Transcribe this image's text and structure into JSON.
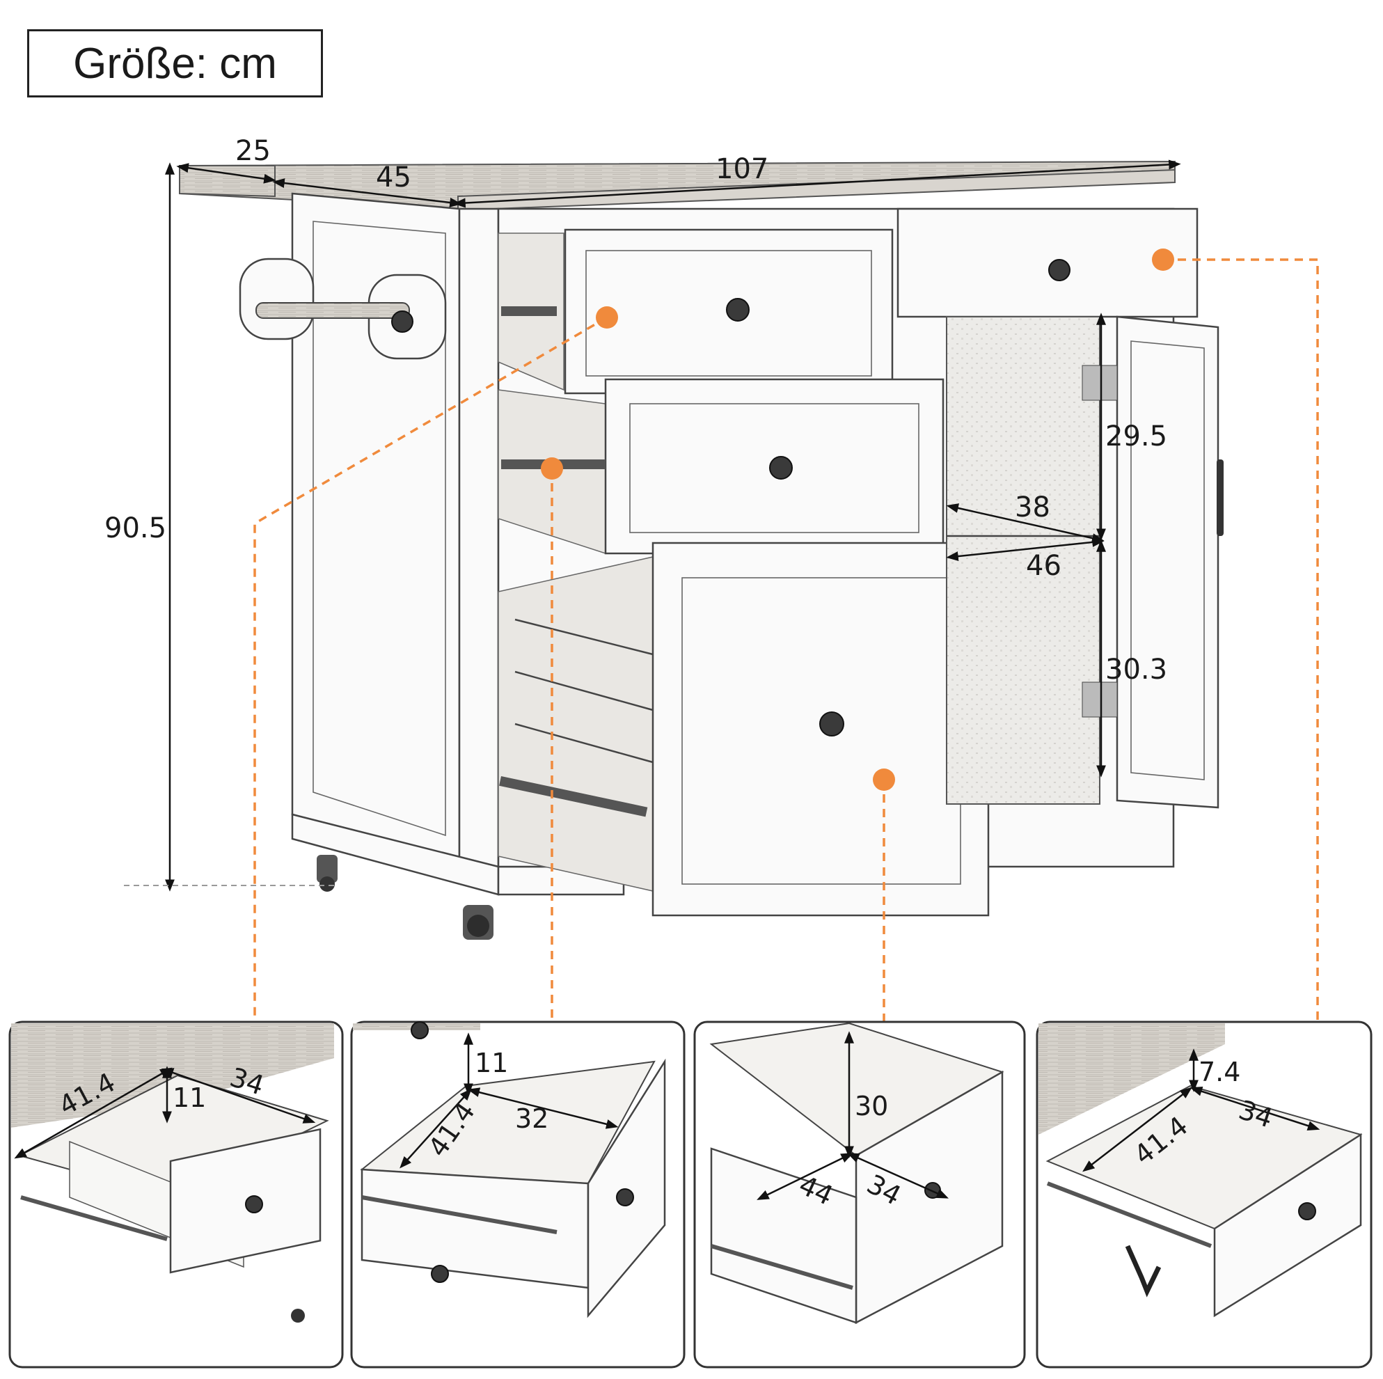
{
  "title": "Größe: cm",
  "main": {
    "depth_overhang": "25",
    "depth_top": "45",
    "width": "107",
    "height": "90.5",
    "shelf_height_upper": "29.5",
    "shelf_depth": "38",
    "shelf_width": "46",
    "shelf_height_lower": "30.3"
  },
  "details": [
    {
      "d1": "41.4",
      "d2": "11",
      "d3": "34"
    },
    {
      "d1": "11",
      "d2": "41.4",
      "d3": "32"
    },
    {
      "d1": "30",
      "d2": "44",
      "d3": "34"
    },
    {
      "d1": "7.4",
      "d2": "41.4",
      "d3": "34"
    }
  ],
  "colors": {
    "callout": "#f08a3c",
    "wood": "#d9d5cf",
    "line": "#444444"
  }
}
